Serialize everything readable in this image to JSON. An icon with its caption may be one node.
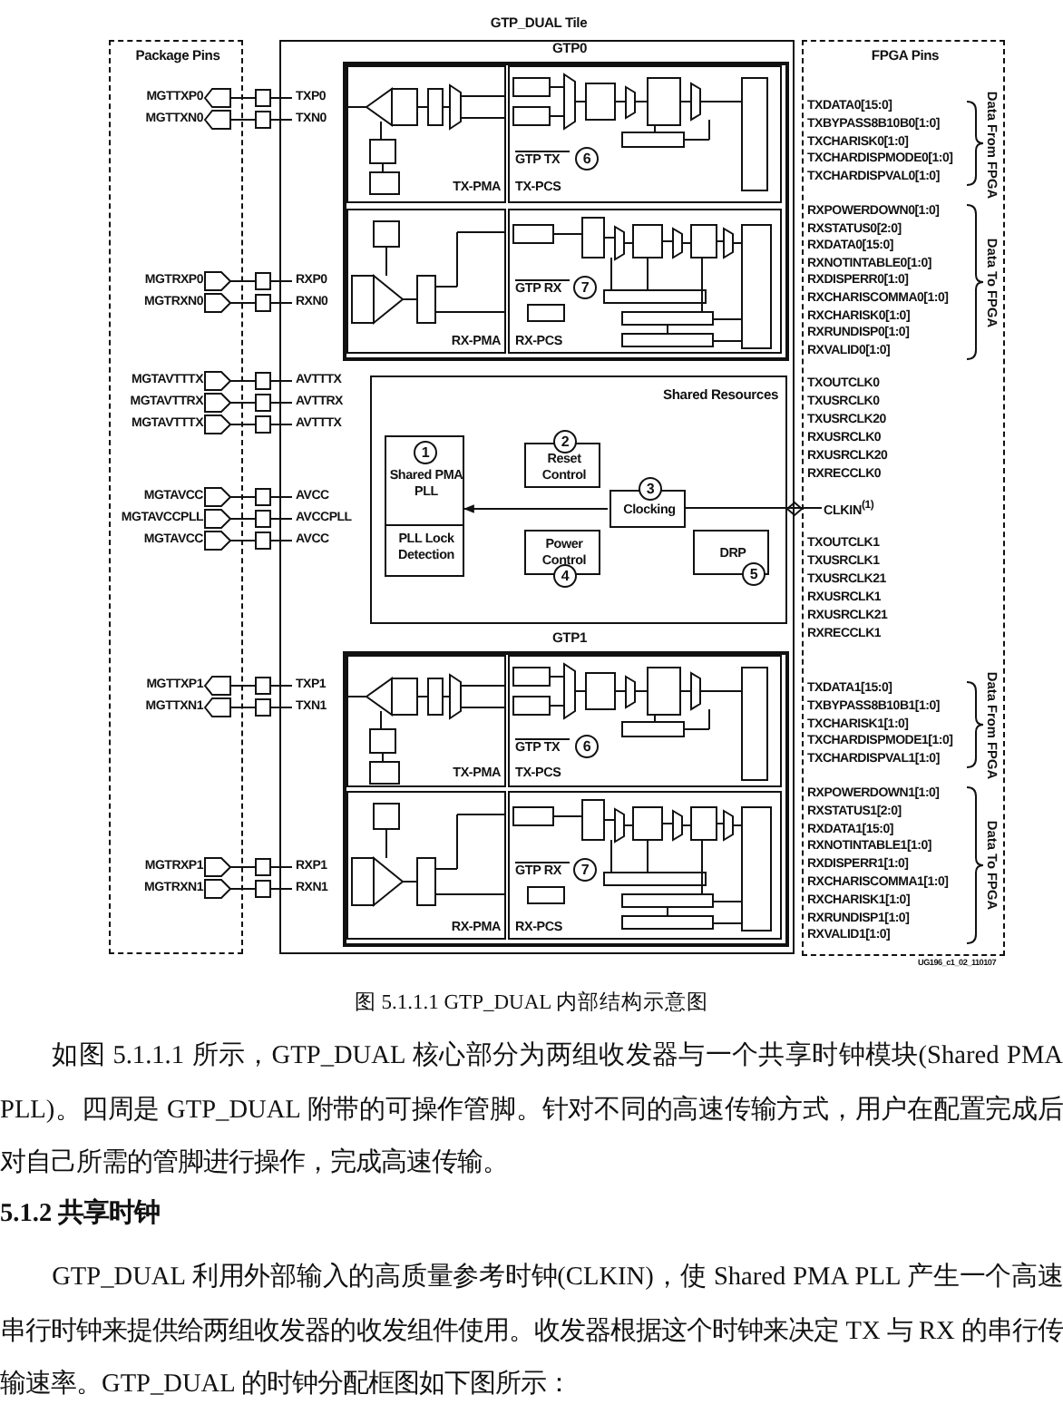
{
  "diagram": {
    "caption": "图 5.1.1.1 GTP_DUAL 内部结构示意图",
    "nodes": [
      {
        "text": [
          "Package Pins"
        ]
      },
      {
        "text": [
          "GTP_DUAL Tile"
        ]
      },
      {
        "text": [
          "FPGA Pins"
        ]
      },
      {
        "text": [
          "GTP0"
        ],
        "in": 1
      },
      {
        "text": [
          "TX-PMA"
        ],
        "in": 3
      },
      {
        "text": [
          "GTP TX",
          "6",
          "TX-PCS"
        ],
        "in": 3
      },
      {
        "text": [
          "RX-PMA"
        ],
        "in": 3
      },
      {
        "text": [
          "GTP RX",
          "7",
          "RX-PCS"
        ],
        "in": 3
      },
      {
        "text": [
          "Shared Resources"
        ],
        "in": 1
      },
      {
        "text": [
          "1",
          "Shared PMA PLL",
          "PLL Lock Detection"
        ],
        "in": 8
      },
      {
        "text": [
          "2",
          "Reset Control"
        ],
        "in": 8
      },
      {
        "text": [
          "3",
          "Clocking"
        ],
        "in": 8
      },
      {
        "text": [
          "Power Control",
          "4"
        ],
        "in": 8
      },
      {
        "text": [
          "DRP",
          "5"
        ],
        "in": 8
      },
      {
        "text": [
          "GTP1"
        ],
        "in": 1
      },
      {
        "text": [
          "TX-PMA"
        ],
        "in": 14
      },
      {
        "text": [
          "GTP TX",
          "6",
          "TX-PCS"
        ],
        "in": 14
      },
      {
        "text": [
          "RX-PMA"
        ],
        "in": 14
      },
      {
        "text": [
          "GTP RX",
          "7",
          "RX-PCS"
        ],
        "in": 14
      },
      {
        "text": [
          "CLKIN$^{(1)}$"
        ],
        "in": 2
      }
    ],
    "edges": [
      {
        "from": 19,
        "to": 11,
        "arrow": "none"
      },
      {
        "from": 11,
        "to": 9,
        "arrow": "to"
      }
    ],
    "labels": [
      "MGTTXP0",
      "TXP0",
      "MGTTXN0",
      "TXN0",
      "MGTRXP0",
      "RXP0",
      "MGTRXN0",
      "RXN0",
      "MGTAVTTTX",
      "AVTTTX",
      "MGTAVTTRX",
      "AVTTRX",
      "MGTAVTTTX",
      "AVTTTX",
      "MGTAVCC",
      "AVCC",
      "MGTAVCCPLL",
      "AVCCPLL",
      "MGTAVCC",
      "AVCC",
      "MGTTXP1",
      "TXP1",
      "MGTTXN1",
      "TXN1",
      "MGTRXP1",
      "RXP1",
      "MGTRXN1",
      "RXN1",
      "TXDATA0[15:0]",
      "TXBYPASS8B10B0[1:0]",
      "TXCHARISK0[1:0]",
      "TXCHARDISPMODE0[1:0]",
      "TXCHARDISPVAL0[1:0]",
      "RXPOWERDOWN0[1:0]",
      "RXSTATUS0[2:0]",
      "RXDATA0[15:0]",
      "RXNOTINTABLE0[1:0]",
      "RXDISPERR0[1:0]",
      "RXCHARISCOMMA0[1:0]",
      "RXCHARISK0[1:0]",
      "RXRUNDISP0[1:0]",
      "RXVALID0[1:0]",
      "TXOUTCLK0",
      "TXUSRCLK0",
      "TXUSRCLK20",
      "RXUSRCLK0",
      "RXUSRCLK20",
      "RXRECCLK0",
      "TXOUTCLK1",
      "TXUSRCLK1",
      "TXUSRCLK21",
      "RXUSRCLK1",
      "RXUSRCLK21",
      "RXRECCLK1",
      "TXDATA1[15:0]",
      "TXBYPASS8B10B1[1:0]",
      "TXCHARISK1[1:0]",
      "TXCHARDISPMODE1[1:0]",
      "TXCHARDISPVAL1[1:0]",
      "RXPOWERDOWN1[1:0]",
      "RXSTATUS1[2:0]",
      "RXDATA1[15:0]",
      "RXNOTINTABLE1[1:0]",
      "RXDISPERR1[1:0]",
      "RXCHARISCOMMA1[1:0]",
      "RXCHARISK1[1:0]",
      "RXRUNDISP1[1:0]",
      "RXVALID1[1:0]",
      "Data From FPGA",
      "Data To FPGA",
      "Data From FPGA",
      "Data To FPGA",
      "UG196_c1_02_110107",
      "如图 5.1.1.1 所示，GTP_DUAL 核心部分为两组收发器与一个共享时钟模块(Shared PMA PLL)。四周是 GTP_DUAL 附带的可操作管脚。针对不同的高速传输方式，用户在配置完成后对自己所需的管脚进行操作，完成高速传输。",
      "5.1.2 共享时钟",
      "GTP_DUAL 利用外部输入的高质量参考时钟(CLKIN)，使 Shared PMA PLL 产生一个高速串行时钟来提供给两组收发器的收发组件使用。收发器根据这个时钟来决定 TX 与 RX 的串行传输速率。GTP_DUAL 的时钟分配框图如下图所示："
    ]
  }
}
